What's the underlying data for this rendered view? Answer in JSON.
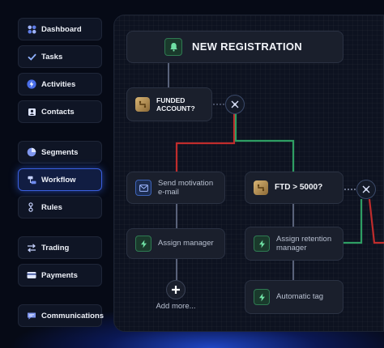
{
  "sidebar": {
    "items": [
      {
        "label": "Dashboard",
        "icon": "dashboard-icon"
      },
      {
        "label": "Tasks",
        "icon": "check-icon"
      },
      {
        "label": "Activities",
        "icon": "bolt-icon"
      },
      {
        "label": "Contacts",
        "icon": "contact-card-icon"
      },
      {
        "label": "Segments",
        "icon": "pie-chart-icon"
      },
      {
        "label": "Workflow",
        "icon": "workflow-icon"
      },
      {
        "label": "Rules",
        "icon": "rules-icon"
      },
      {
        "label": "Trading",
        "icon": "arrows-exchange-icon"
      },
      {
        "label": "Payments",
        "icon": "credit-card-icon"
      },
      {
        "label": "Communications",
        "icon": "chat-icon"
      }
    ],
    "active": "Workflow"
  },
  "workflow": {
    "title": "NEW REGISTRATION",
    "funded_condition": "FUNDED ACCOUNT?",
    "ftd_condition": "FTD > 5000?",
    "send_motivation": "Send motivation e-mail",
    "assign_manager": "Assign manager",
    "assign_retention": "Assign retention manager",
    "automatic_tag": "Automatic tag",
    "add_more": "Add more..."
  },
  "colors": {
    "accent_blue": "#3a5fe0",
    "yes_green": "#2e9e63",
    "no_red": "#c02c2c"
  }
}
